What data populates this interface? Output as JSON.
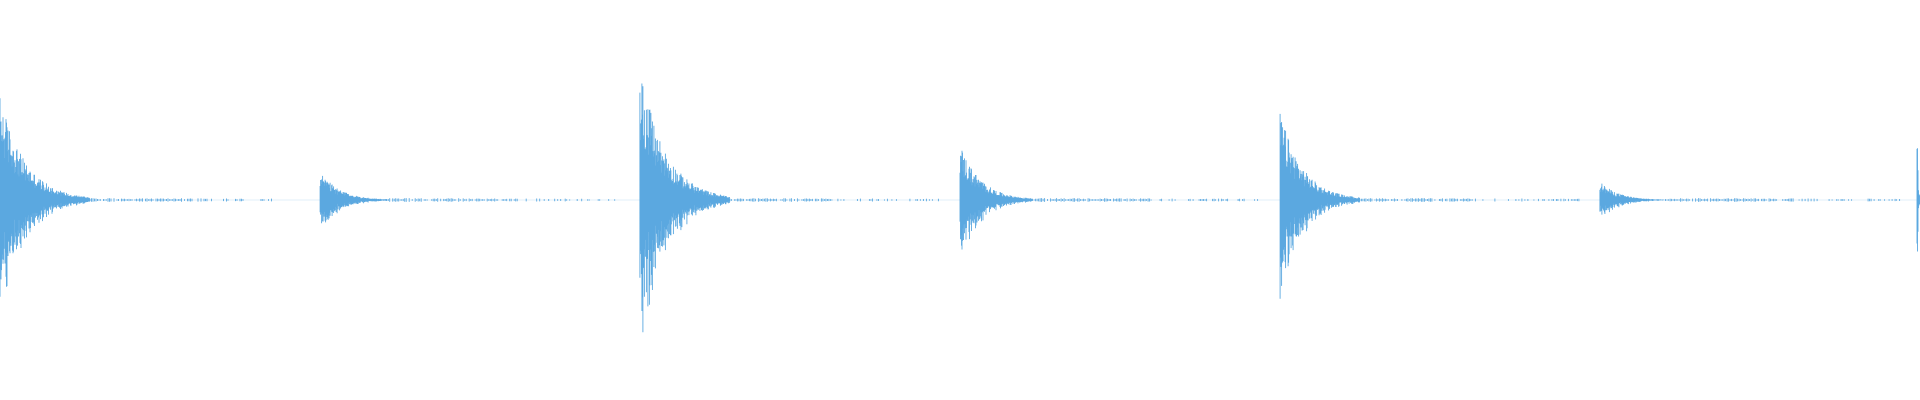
{
  "waveform": {
    "color": "#5ba8e0",
    "background": "#ffffff",
    "transients": [
      {
        "index": 1,
        "amplitude": 1.0,
        "onset_fraction": 0.0
      },
      {
        "index": 2,
        "amplitude": 0.22,
        "onset_fraction": 0.1667
      },
      {
        "index": 3,
        "amplitude": 1.0,
        "onset_fraction": 0.3333
      },
      {
        "index": 4,
        "amplitude": 0.42,
        "onset_fraction": 0.5
      },
      {
        "index": 5,
        "amplitude": 0.66,
        "onset_fraction": 0.6667
      },
      {
        "index": 6,
        "amplitude": 0.14,
        "onset_fraction": 0.8333
      },
      {
        "index": 7,
        "amplitude": 0.77,
        "onset_fraction": 0.9985
      }
    ]
  }
}
